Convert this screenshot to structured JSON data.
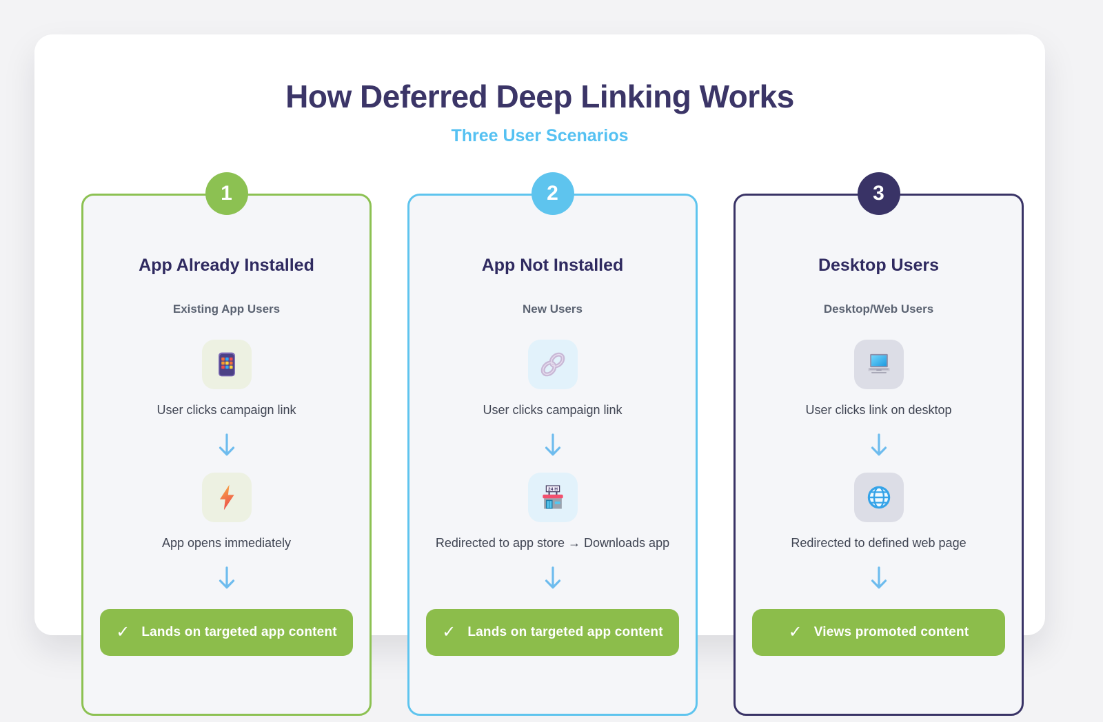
{
  "header": {
    "title": "How Deferred Deep Linking Works",
    "subtitle": "Three User Scenarios"
  },
  "cards": [
    {
      "number": "1",
      "title": "App Already Installed",
      "subtitle": "Existing App Users",
      "steps": [
        {
          "icon": "app-grid",
          "label": "User clicks campaign link"
        },
        {
          "icon": "lightning",
          "label": "App opens immediately"
        }
      ],
      "result": "Lands on targeted app content",
      "accent": "#8cc152",
      "icon_bg": "#edf1e2"
    },
    {
      "number": "2",
      "title": "App Not Installed",
      "subtitle": "New Users",
      "steps": [
        {
          "icon": "chain-link",
          "label": "User clicks campaign link"
        },
        {
          "icon": "app-store",
          "label": "Redirected to app store → Downloads app"
        }
      ],
      "result": "Lands on targeted app content",
      "accent": "#5ec4ee",
      "icon_bg": "#e2f2fb"
    },
    {
      "number": "3",
      "title": "Desktop Users",
      "subtitle": "Desktop/Web Users",
      "steps": [
        {
          "icon": "laptop",
          "label": "User clicks link on desktop"
        },
        {
          "icon": "globe",
          "label": "Redirected to defined web page"
        }
      ],
      "result": "Views promoted content",
      "accent": "#393366",
      "icon_bg": "#dcdde6"
    }
  ],
  "icons": {
    "check": "✓",
    "flow_arrow": "↓",
    "store_sign": "24 H"
  },
  "colors": {
    "page_background": "#f3f3f5",
    "panel_background": "#ffffff",
    "card_background": "#f5f6f9",
    "title_navy": "#3b3567",
    "subtitle_blue": "#55c1f2",
    "result_green": "#8cbd4b",
    "arrow_blue": "#6ebcee"
  }
}
